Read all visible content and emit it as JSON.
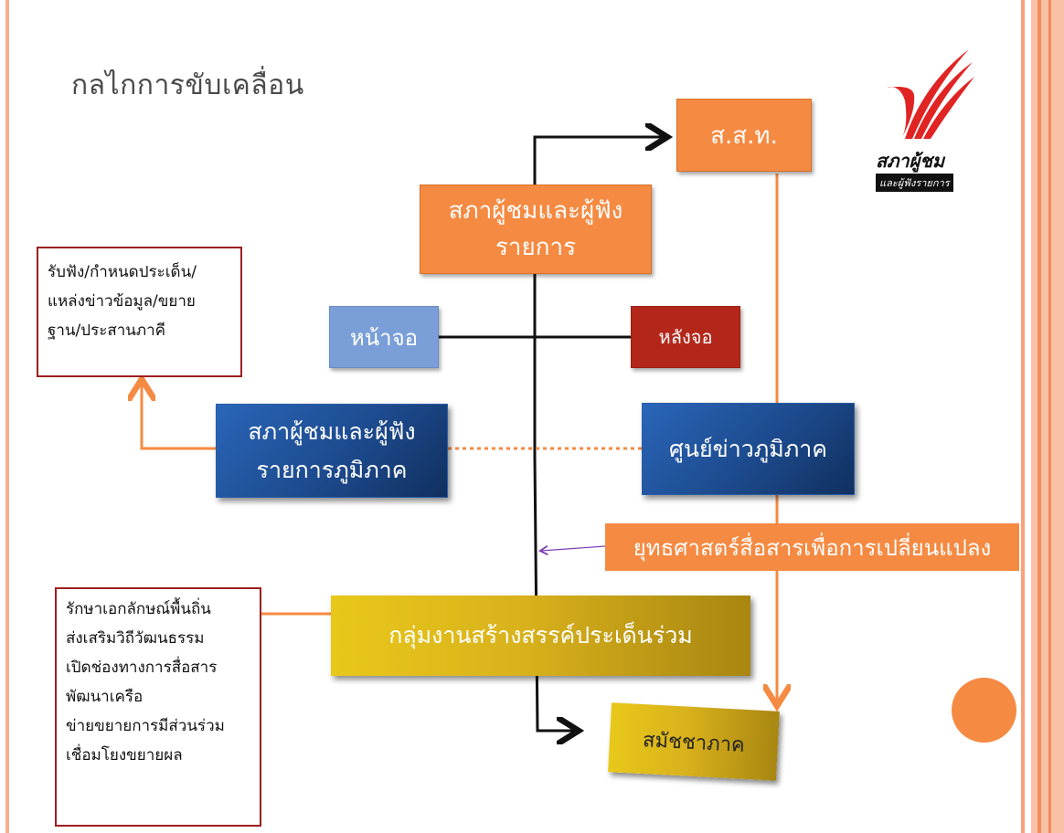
{
  "slide": {
    "title": "กลไกการขับเคลื่อน"
  },
  "logo": {
    "name": "สภาผู้ชม",
    "sub": "และผู้ฟังรายการ"
  },
  "boxes": {
    "sor_sor_tor": "ส.ส.ท.",
    "council_line1": "สภาผู้ชมและผู้ฟัง",
    "council_line2": "รายการ",
    "front_screen": "หน้าจอ",
    "back_screen": "หลังจอ",
    "regional_council_line1": "สภาผู้ชมและผู้ฟัง",
    "regional_council_line2": "รายการภูมิภาค",
    "regional_news_center": "ศูนย์ข่าวภูมิภาค",
    "strategy": "ยุทธศาสตร์สื่อสารเพื่อการเปลี่ยนแปลง",
    "creative_group": "กลุ่มงานสร้างสรรค์ประเด็นร่วม",
    "member_regions": "สมัชชาภาค"
  },
  "notes": {
    "top_left": [
      "รับฟัง/กำหนดประเด็น/",
      "แหล่งข่าวข้อมูล/ขยาย",
      "ฐาน/ประสานภาคี"
    ],
    "bottom_left": [
      "รักษาเอกลักษณ์พื้นถิ่น",
      "ส่งเสริมวิถีวัฒนธรรม",
      "เปิดช่องทางการสื่อสาร",
      "พัฒนาเครือ",
      "ข่ายขยายการมีส่วนร่วม",
      "เชื่อมโยงขยายผล"
    ]
  },
  "colors": {
    "accent_orange": "#f58a42",
    "frame_orange": "#f7a27a",
    "dark_red_border": "#9c1f1f",
    "blue": "#1d4a8d",
    "gold": "#d9b21c"
  }
}
